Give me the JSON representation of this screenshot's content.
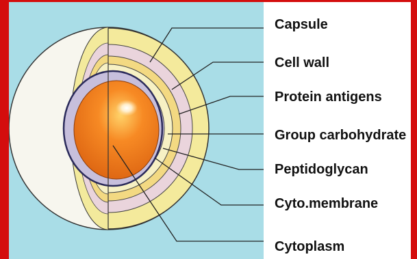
{
  "diagram": {
    "labels": {
      "capsule": "Capsule",
      "cell_wall": "Cell wall",
      "protein_antigens": "Protein antigens",
      "group_carbohydrate": "Group carbohydrate",
      "peptidoglycan": "Peptidoglycan",
      "cyto_membrane": "Cyto.membrane",
      "cytoplasm": "Cytoplasm"
    },
    "colors": {
      "frame": "#d40d0d",
      "background": "#a9dde7",
      "label_panel": "#ffffff",
      "capsule": "#f4ea9c",
      "cell_wall": "#ead4dc",
      "group_carbohydrate": "#f3d982",
      "peptidoglycan": "#f7f1c4",
      "membrane": "#c7bfdc",
      "cytoplasm": "#f07a1c",
      "cutaway": "#f4f4ec",
      "leader_line": "#222222"
    }
  }
}
